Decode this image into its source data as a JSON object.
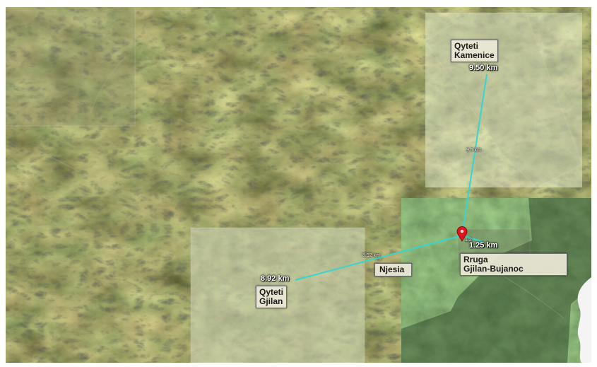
{
  "map": {
    "type": "satellite-measurement",
    "colors": {
      "route_line": "#36d6d0",
      "marker": "#e0141e",
      "label_bg": "#ebe8d7",
      "label_text": "#1b1b1b",
      "terrain_dark": "#3b3a2e",
      "terrain_light": "#8f9a70"
    },
    "places": {
      "kamenice": {
        "line1": "Qyteti",
        "line2": "Kamenice"
      },
      "gjilan": {
        "line1": "Qyteti",
        "line2": "Gjilan"
      },
      "rruga": {
        "line1": "Rruga",
        "line2": "Gjilan-Bujanoc"
      },
      "njesia": {
        "line1": "Njesia"
      }
    },
    "distances": {
      "kamenice": "9.50 km",
      "gjilan": "8.92 km",
      "rruga": "1.25 km"
    },
    "segment_labels": {
      "north": "9.5 km",
      "west": "8.92 km",
      "east": "1.2"
    },
    "marker_icon": "map-pin-icon"
  }
}
